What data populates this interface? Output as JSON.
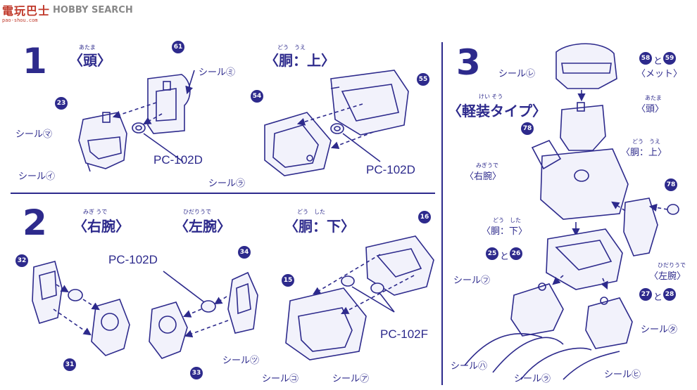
{
  "watermark": {
    "mark": "電玩巴士",
    "text": "HOBBY SEARCH",
    "url": "pao-shou.com"
  },
  "steps": {
    "s1": {
      "number": "1",
      "head": {
        "ruby": "あたま",
        "title": "〈頭〉"
      },
      "torso_upper": {
        "ruby": "どう　うえ",
        "title": "〈胴：上〉"
      }
    },
    "s2": {
      "number": "2",
      "right_arm": {
        "ruby": "みぎ うで",
        "title": "〈右腕〉"
      },
      "left_arm": {
        "ruby": "ひだりうで",
        "title": "〈左腕〉"
      },
      "torso_lower": {
        "ruby": "どう　した",
        "title": "〈胴：下〉"
      }
    },
    "s3": {
      "number": "3",
      "type": {
        "ruby": "けい そう",
        "title": "〈軽装タイプ〉"
      }
    }
  },
  "parts": {
    "p61": "61",
    "p23": "23",
    "p55": "55",
    "p54": "54",
    "p32": "32",
    "p31": "31",
    "p34": "34",
    "p33": "33",
    "p16": "16",
    "p15": "15",
    "p78a": "78",
    "p78b": "78",
    "p58": "58",
    "p59": "59",
    "p25": "25",
    "p26": "26",
    "p27": "27",
    "p28": "28",
    "to1": "と",
    "to2": "と",
    "to3": "と"
  },
  "pc_labels": {
    "a": "PC-102D",
    "b": "PC-102D",
    "c": "PC-102D",
    "d": "PC-102F"
  },
  "seals": {
    "s1_mi": "シール㋯",
    "s1_ma": "シール㋮",
    "s1_i": "シール㋑",
    "s1_ra": "シール㋶",
    "s2_n": "シール㋡",
    "s2_ko": "シール㋙",
    "s2_a": "シール㋐",
    "s3_re": "シール㋹",
    "s3_fu": "シール㋫",
    "s3_ha": "シール㋩",
    "s3_ra": "シール㋶",
    "s3_hi": "シール㋪",
    "s3_ta": "シール㋟"
  },
  "step3_labels": {
    "met": "〈メット〉",
    "head": "〈頭〉",
    "head_ruby": "あたま",
    "torso_up": "〈胴：上〉",
    "torso_up_ruby": "どう　うえ",
    "right_arm": "〈右腕〉",
    "right_arm_ruby": "みぎうで",
    "torso_down": "〈胴：下〉",
    "torso_down_ruby": "どう　した",
    "left_arm": "〈左腕〉",
    "left_arm_ruby": "ひだりうで"
  }
}
